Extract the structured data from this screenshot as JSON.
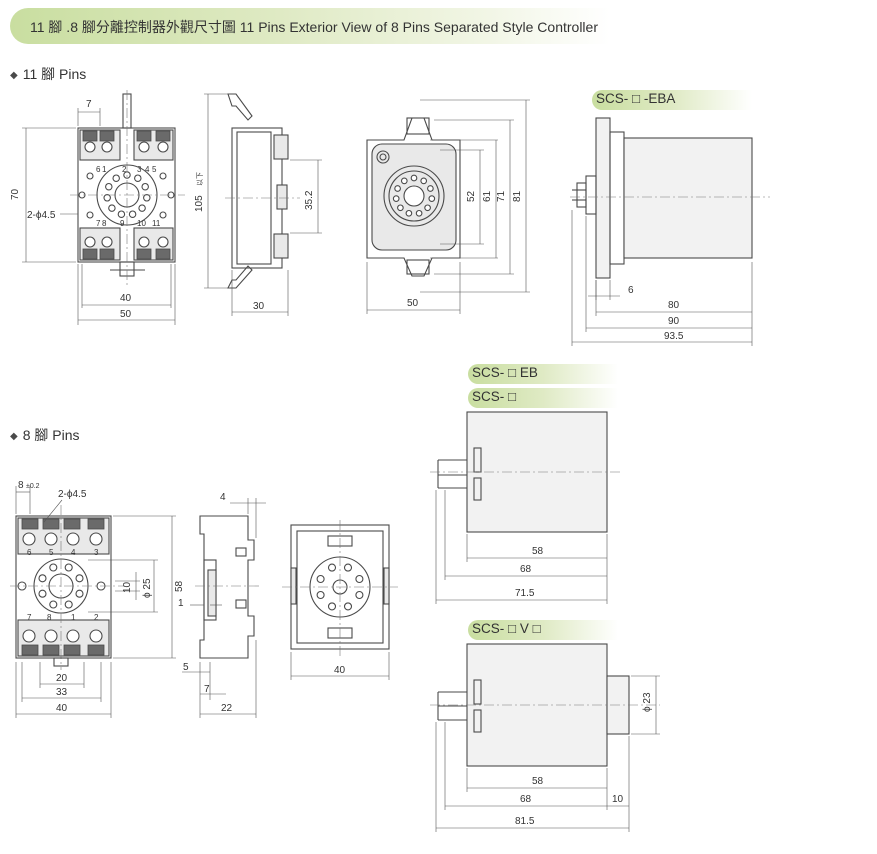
{
  "header": {
    "title": "11 腳 .8 腳分離控制器外觀尺寸圖 11 Pins Exterior View of 8 Pins Separated Style Controller"
  },
  "sections": [
    {
      "label": "11 腳 Pins"
    },
    {
      "label": "8 腳 Pins"
    }
  ],
  "models": {
    "eba": "SCS- □ -EBA",
    "eb": "SCS- □ EB",
    "plain": "SCS- □",
    "v": "SCS- □ V □"
  },
  "dimensions": {
    "socket11": {
      "top": "7",
      "height": "70",
      "hole": "2-ϕ4.5",
      "hole_spacing": "40",
      "width": "50"
    },
    "socket11_side": {
      "height": "105",
      "height_note": "以下",
      "depth": "30",
      "rail": "35.2"
    },
    "socket11_front": {
      "d1": "52",
      "d2": "61",
      "d3": "71",
      "d4": "81",
      "width": "50"
    },
    "eba_side": {
      "pin": "6",
      "d1": "80",
      "d2": "90",
      "d3": "93.5"
    },
    "socket8": {
      "top": "8",
      "tolerance": "±0.2",
      "hole": "2-ϕ4.5",
      "center": "10",
      "dia": "ϕ 25",
      "height": "58",
      "w1": "20",
      "w2": "33",
      "w3": "40"
    },
    "socket8_side": {
      "top": "4",
      "left": "1",
      "bottom": "5",
      "pin": "7",
      "depth": "22"
    },
    "socket8_front": {
      "width": "40"
    },
    "eb_side": {
      "d1": "58",
      "d2": "68",
      "d3": "71.5"
    },
    "v_side": {
      "d1": "58",
      "d2": "68",
      "d3": "81.5",
      "knob": "10",
      "dia": "ϕ 23"
    }
  },
  "pin_numbers_11": [
    "5",
    "4",
    "3",
    "2",
    "1",
    "6",
    "7",
    "8",
    "9",
    "10",
    "11"
  ],
  "pin_numbers_8": [
    "6",
    "5",
    "4",
    "3",
    "7",
    "8",
    "1",
    "2"
  ]
}
